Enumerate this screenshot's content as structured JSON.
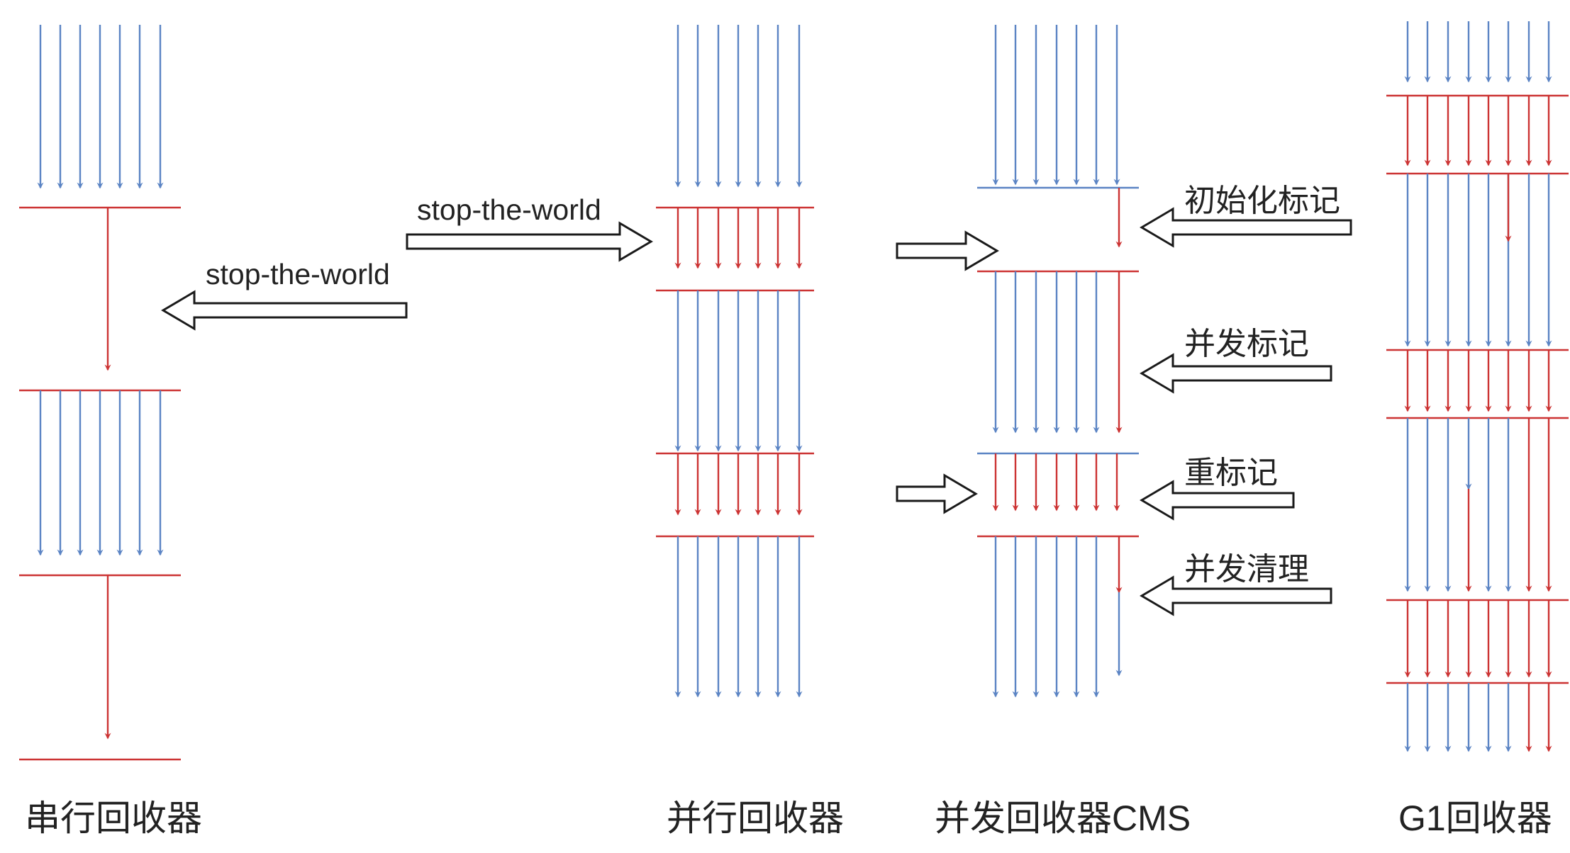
{
  "colors": {
    "app_thread": "#5b84c4",
    "gc_thread": "#cc3333",
    "hollow_arrow_stroke": "#1a1a1a",
    "text": "#222222"
  },
  "labels": {
    "stw_top": "stop-the-world",
    "stw_bottom": "stop-the-world",
    "cms_phases": [
      "初始化标记",
      "并发标记",
      "重标记",
      "并发清理"
    ]
  },
  "collectors": [
    {
      "title": "串行回收器"
    },
    {
      "title": "并行回收器"
    },
    {
      "title": "并发回收器CMS"
    },
    {
      "title": "G1回收器"
    }
  ]
}
